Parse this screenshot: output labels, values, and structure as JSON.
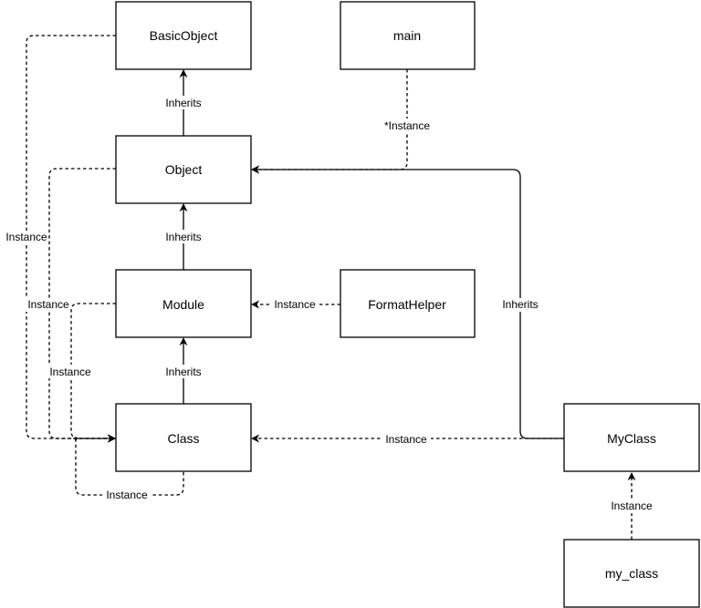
{
  "nodes": {
    "basic_object": "BasicObject",
    "main": "main",
    "object": "Object",
    "module": "Module",
    "format_helper": "FormatHelper",
    "class": "Class",
    "my_class": "MyClass",
    "my_class_instance": "my_class"
  },
  "edges": {
    "object_inherits_basic_object": "Inherits",
    "main_instance_object": "*Instance",
    "module_inherits_object": "Inherits",
    "class_inherits_module": "Inherits",
    "format_helper_instance_module": "Instance",
    "basic_object_instance_class": "Instance",
    "object_instance_class": "Instance",
    "module_instance_class": "Instance",
    "class_instance_class": "Instance",
    "my_class_inherits_object": "Inherits",
    "my_class_instance_class": "Instance",
    "my_class_obj_instance_my_class": "Instance"
  },
  "colors": {
    "stroke": "#000000",
    "background": "#ffffff"
  }
}
